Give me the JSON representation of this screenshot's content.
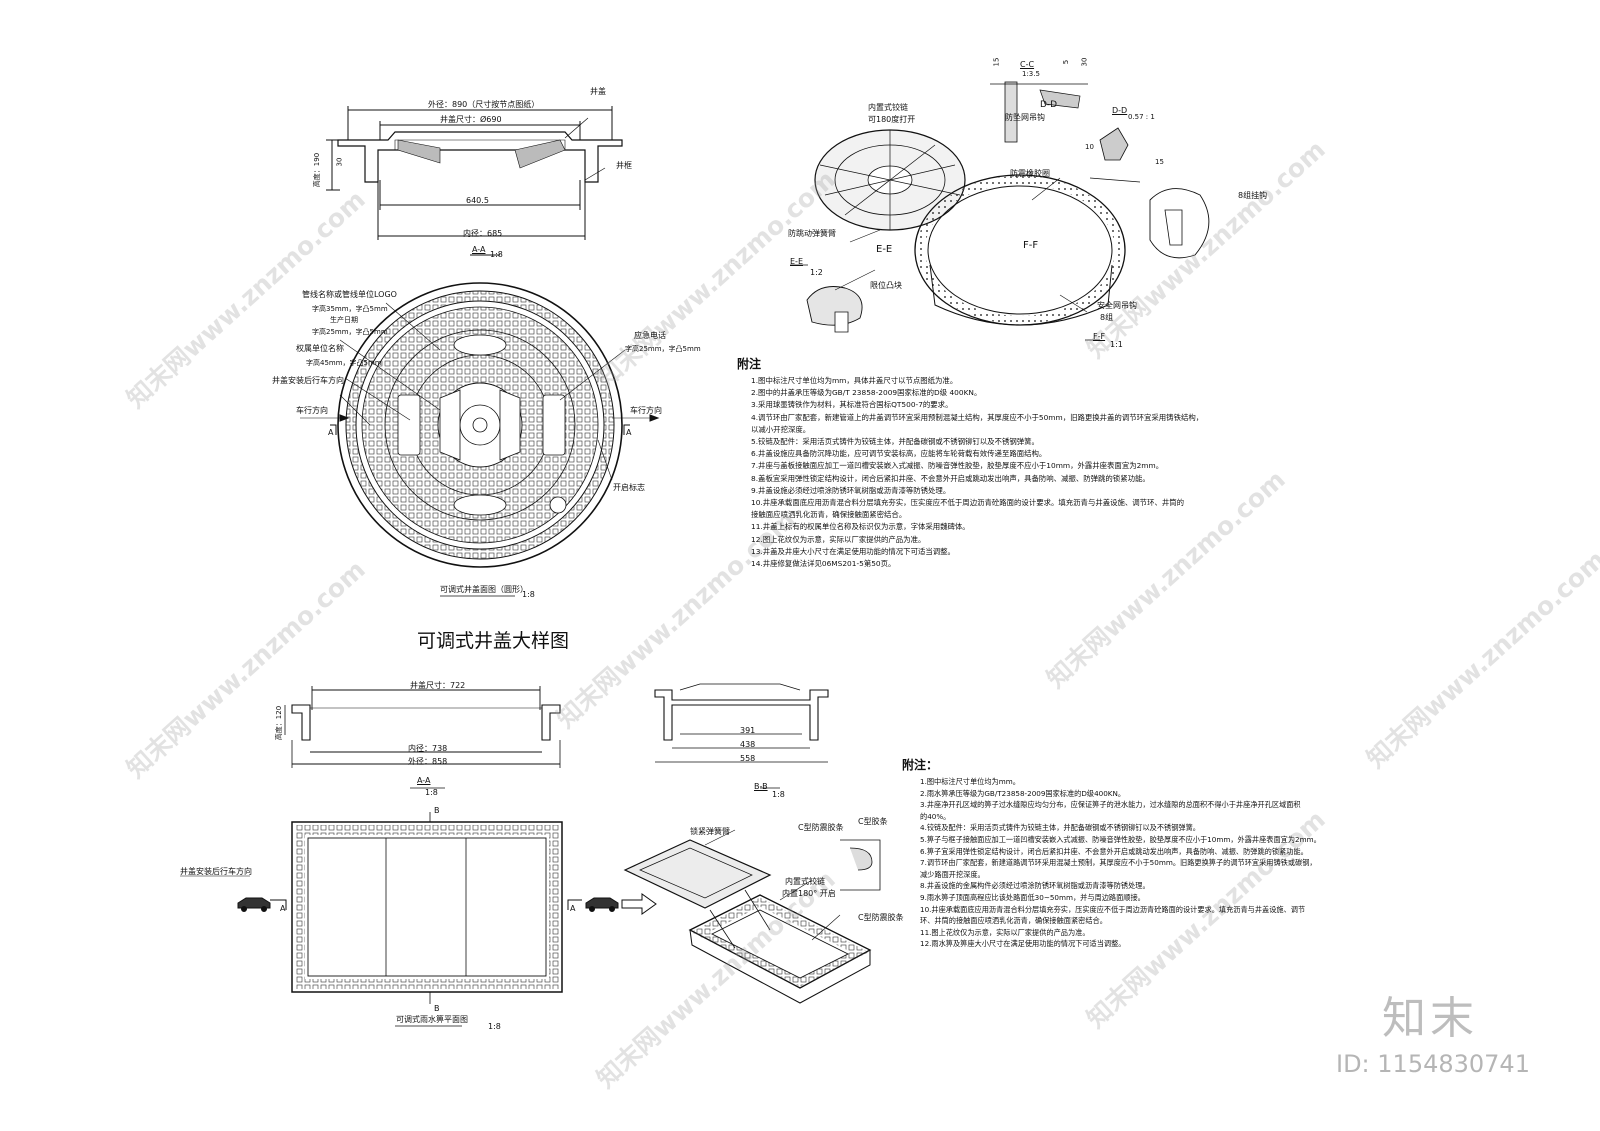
{
  "main_title": "可调式井盖大样图",
  "top_section": {
    "label_outer_dia": "外径：890（尺寸按节点图纸）",
    "label_cover_size": "井盖尺寸：Ø690",
    "label_cover": "井盖",
    "label_frame": "井框",
    "label_height": "高度：190",
    "label_30": "30",
    "label_6405": "640.5",
    "label_inner_dia": "内径：685",
    "section_aa": "A-A",
    "scale_aa": "1:8"
  },
  "plan_round": {
    "label_logo": "管线名称或管线单位LOGO",
    "label_logo_size": "字高35mm，字凸5mm",
    "label_date": "生产日期",
    "label_date_size": "字高25mm，字凸5mm",
    "label_owner": "权属单位名称",
    "label_owner_size": "字高45mm，字凸5mm",
    "label_direction": "井盖安装后行车方向",
    "label_car_left": "车行方向",
    "label_car_right": "车行方向",
    "label_emergency": "应急电话",
    "label_emergency_size": "字高25mm，字凸5mm",
    "label_open_mark": "开启标志",
    "label_a_left": "A",
    "label_a_right": "A",
    "caption": "可调式井盖面图（圆形）",
    "scale": "1:8"
  },
  "iso_round": {
    "label_cc": "C-C",
    "label_cc_scale": "1:3.5",
    "label_hinge": "内置式铰链",
    "label_hinge_open": "可180度打开",
    "label_net_hook": "防坠网吊钩",
    "label_dd": "D-D",
    "label_dd_scale": "0.57 : 1",
    "label_anti_vib": "防震橡胶圈",
    "label_spring_arm": "防跳动弹簧臂",
    "label_ee": "E-E",
    "label_ee_sec": "E-E",
    "label_ee_scale": "1:2",
    "label_ff": "F-F",
    "label_ff_sec": "F-F",
    "label_ff_scale": "1:1",
    "label_limit": "限位凸块",
    "label_8hook": "8组挂钩",
    "label_safety_hook": "安全网吊钩",
    "label_8group": "8组",
    "dim_15": "15",
    "dim_5": "5",
    "dim_30": "30",
    "dim_10": "10"
  },
  "notes_round": {
    "heading": "附注",
    "lines": [
      "1.图中标注尺寸单位均为mm，具体井盖尺寸以节点图纸为准。",
      "2.图中的井盖承压等级为GB/T 23858-2009国家标准的D级 400KN。",
      "3.采用球墨铸铁作为材料，其标准符合国标QT500-7的要求。",
      "4.调节环由厂家配套，新建管道上的井盖调节环宜采用预制混凝土结构，其厚度应不小于50mm，旧路更换井盖的调节环宜采用铸铁结构，",
      "   以减小开挖深度。",
      "5.铰链及配件：采用活页式铸件为铰链主体，并配备碳钢或不锈钢铆钉以及不锈钢弹簧。",
      "6.井盖设施应具备防沉降功能，应可调节安装标高，应能将车轮荷载有效传递至路面结构。",
      "7.井座与盖板接触面应加工一道凹槽安装嵌入式减振、防噪音弹性胶垫，胶垫厚度不应小于10mm，外露井座表面宜为2mm。",
      "8.盖板宜采用弹性锁定结构设计，闭合后紧扣井座、不会意外开启或跳动发出响声，具备防响、减振、防弹跳的锁紧功能。",
      "9.井盖设施必须经过喷涂防锈环氧树脂或沥青漆等防锈处理。",
      "10.井座承载面底应用沥青混合料分层填充夯实，压实度应不低于周边沥青砼路面的设计要求。填充沥青与井盖设施、调节环、井筒的",
      "   接触面应喷洒乳化沥青，确保接触面紧密结合。",
      "11.井盖上标有的权属单位名称及标识仅为示意，字体采用魏碑体。",
      "12.图上花纹仅为示意，实际以厂家提供的产品为准。",
      "13.井盖及井座大小尺寸在满足使用功能的情况下可适当调整。",
      "14.井座修复做法详见06MS201-5第50页。"
    ]
  },
  "grate_section": {
    "label_cover_size": "井盖尺寸：722",
    "label_height": "高度：120",
    "label_inner": "内径：738",
    "label_outer": "外径：858",
    "section_aa": "A-A",
    "scale_aa": "1:8",
    "dim_391": "391",
    "dim_438": "438",
    "dim_558": "558",
    "section_bb": "B-B",
    "scale_bb": "1:8"
  },
  "grate_plan": {
    "label_direction": "井盖安装后行车方向",
    "label_b_top": "B",
    "label_b_bottom": "B",
    "label_a_left": "A",
    "label_a_right": "A",
    "caption": "可调式雨水箅平面图",
    "scale": "1:8"
  },
  "grate_iso": {
    "label_lock_spring": "锁紧弹簧臂",
    "label_hinge": "内置式铰链",
    "label_hinge_open": "内置180° 开启",
    "label_c_anti": "C型防震胶条",
    "label_c_strip": "C型胶条",
    "label_c_anti2": "C型防震胶条"
  },
  "notes_grate": {
    "heading": "附注：",
    "lines": [
      "1.图中标注尺寸单位均为mm。",
      "2.雨水箅承压等级为GB/T23858-2009国家标准的D级400KN。",
      "3.井座净开孔区域的箅子过水缝隙应均匀分布，应保证箅子的泄水能力，过水缝隙的总面积不得小于井座净开孔区域面积",
      "   的40%。",
      "4.铰链及配件：采用活页式铸件为铰链主体，并配备碳钢或不锈钢铆钉以及不锈钢弹簧。",
      "5.箅子与框子接触面应加工一道凹槽安装嵌入式减振、防噪音弹性胶垫，胶垫厚度不应小于10mm，外露井座表面宜为2mm。",
      "6.箅子宜采用弹性锁定结构设计，闭合后紧扣井座、不会意外开启或跳动发出响声，具备防响、减振、防弹跳的锁紧功能。",
      "7.调节环由厂家配套，新建道路调节环采用混凝土预制，其厚度应不小于50mm。旧路更换箅子的调节环宜采用铸铁或碳钢，",
      "   减少路面开挖深度。",
      "8.井盖设施的金属构件必须经过喷涂防锈环氧树脂或沥青漆等防锈处理。",
      "9.雨水箅子顶面高程应比该处路面低30~50mm，并与周边路面顺接。",
      "10.井座承载面底应用沥青混合料分层填充夯实，压实度应不低于周边沥青砼路面的设计要求。填充沥青与井盖设施、调节",
      "    环、井筒的接触面应喷洒乳化沥青，确保接触面紧密结合。",
      "11.图上花纹仅为示意，实际以厂家提供的产品为准。",
      "12.雨水箅及箅座大小尺寸在满足使用功能的情况下可适当调整。"
    ]
  },
  "brand": {
    "mark": "知末",
    "id": "ID: 1154830741"
  },
  "watermark": {
    "text": "知末网www.znzmo.com"
  }
}
